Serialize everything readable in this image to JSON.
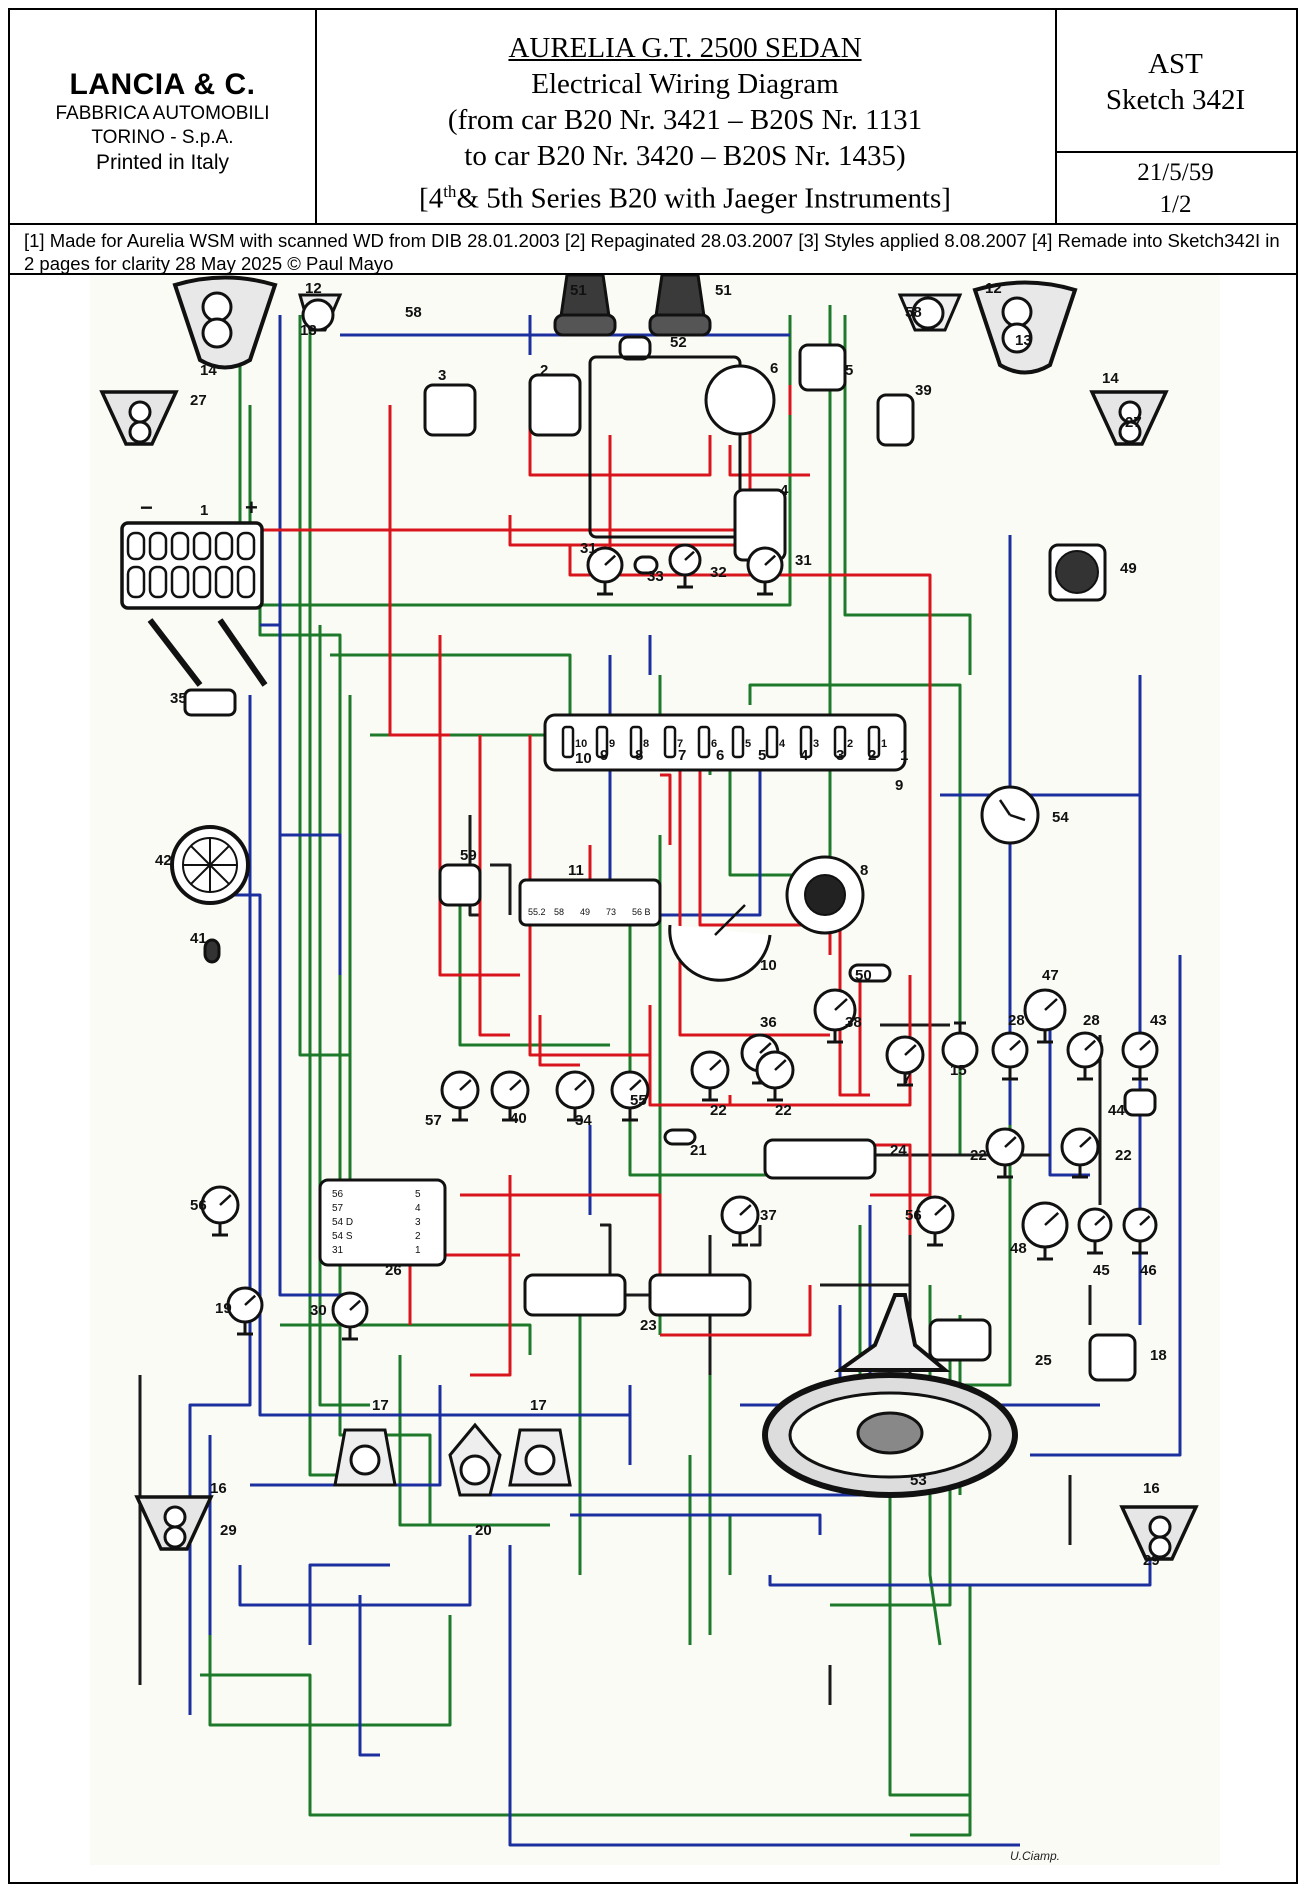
{
  "company": {
    "name": "LANCIA & C.",
    "line1": "FABBRICA AUTOMOBILI",
    "line2": "TORINO - S.p.A.",
    "printed": "Printed in Italy"
  },
  "title": {
    "line1": "AURELIA G.T. 2500 SEDAN",
    "line2": "Electrical Wiring Diagram",
    "line3": "(from car B20 Nr. 3421 – B20S Nr. 1131",
    "line4": "to car B20 Nr. 3420 – B20S Nr. 1435)",
    "line5_a": "[4",
    "line5_sup": "th",
    "line5_b": "& 5th Series B20 with Jaeger Instruments]"
  },
  "ref": {
    "org": "AST",
    "sketch": "Sketch 342I",
    "date": "21/5/59",
    "page": "1/2"
  },
  "notes": "[1] Made for Aurelia WSM with scanned WD from DIB 28.01.2003  [2]  Repaginated 28.03.2007  [3]  Styles applied 8.08.2007 [4] Remade into Sketch342I in 2 pages for clarity 28 May 2025 © Paul Mayo",
  "colors": {
    "red_wire": "#d8141c",
    "green_wire": "#1e7a2a",
    "blue_wire": "#1b2f9e",
    "black_wire": "#1a1a1a",
    "paper": "#fbfbf6"
  },
  "diagram": {
    "labels": [
      "51",
      "51",
      "52",
      "12",
      "13",
      "58",
      "58",
      "12",
      "13",
      "14",
      "27",
      "14",
      "27",
      "3",
      "2",
      "6",
      "5",
      "39",
      "4",
      "1",
      "31",
      "33",
      "32",
      "31",
      "49",
      "35",
      "10",
      "9",
      "8",
      "7",
      "6",
      "5",
      "4",
      "3",
      "2",
      "1",
      "9",
      "54",
      "42",
      "59",
      "11",
      "8",
      "41",
      "10",
      "50",
      "47",
      "36",
      "38",
      "7",
      "15",
      "28",
      "28",
      "43",
      "44",
      "57",
      "40",
      "34",
      "55",
      "22",
      "22",
      "21",
      "24",
      "22",
      "22",
      "56",
      "56",
      "37",
      "48",
      "45",
      "46",
      "26",
      "19",
      "30",
      "23",
      "25",
      "18",
      "17",
      "17",
      "16",
      "29",
      "20",
      "53",
      "16",
      "29"
    ],
    "fuse_labels": [
      "10",
      "9",
      "8",
      "7",
      "6",
      "5",
      "4",
      "3",
      "2",
      "1"
    ],
    "block_11_labels": [
      "55.2",
      "58",
      "49",
      "73",
      "56 B"
    ],
    "block_26_labels": [
      "56",
      "57",
      "54 D",
      "54 S",
      "31",
      "5",
      "4",
      "3",
      "2",
      "1"
    ],
    "battery_minus": "−",
    "battery_plus": "+",
    "signature": "U.Ciamp."
  }
}
